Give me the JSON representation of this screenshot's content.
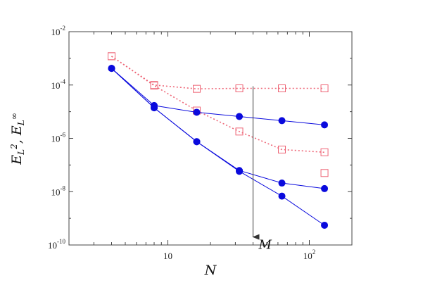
{
  "chart_data": {
    "type": "line",
    "xscale": "log",
    "yscale": "log",
    "xlim": [
      2,
      200
    ],
    "ylim": [
      1e-10,
      0.01
    ],
    "grid": false,
    "xlabel": "N",
    "ylabel": {
      "E1": "E",
      "sub1": "L",
      "sup1": "2",
      "sep": ", ",
      "E2": "E",
      "sub2": "L",
      "sup2": "∞"
    },
    "x_ticks": [
      {
        "value": 10,
        "label": "10",
        "exp": ""
      },
      {
        "value": 100,
        "label": "10",
        "exp": "2"
      }
    ],
    "y_ticks": [
      {
        "value": 1e-10,
        "label": "10",
        "exp": "-10"
      },
      {
        "value": 1e-08,
        "label": "10",
        "exp": "-8"
      },
      {
        "value": 1e-06,
        "label": "10",
        "exp": "-6"
      },
      {
        "value": 0.0001,
        "label": "10",
        "exp": "-4"
      },
      {
        "value": 0.01,
        "label": "10",
        "exp": "-2"
      }
    ],
    "annotation": {
      "text": "M",
      "arrow_x": 40,
      "arrow_from_y": 9e-05,
      "arrow_to_y": 2e-10
    },
    "series": [
      {
        "marker": "square-open",
        "color": "#ee6677",
        "line": "dotted",
        "x": [
          4,
          8,
          16,
          32,
          64,
          128
        ],
        "y": [
          0.0012,
          0.0001,
          7.2e-05,
          7.5e-05,
          7.5e-05,
          7.5e-05
        ]
      },
      {
        "marker": "square-open",
        "color": "#ee6677",
        "line": "dotted",
        "x": [
          4,
          8,
          16,
          32,
          64,
          128
        ],
        "y": [
          0.0012,
          9.5e-05,
          1.1e-05,
          1.8e-06,
          3.8e-07,
          3e-07
        ]
      },
      {
        "marker": "square-open",
        "color": "#ee6677",
        "line": "dotted",
        "x": [
          128
        ],
        "y": [
          5e-08
        ]
      },
      {
        "marker": "circle-filled",
        "color": "#0a0add",
        "line": "solid",
        "x": [
          4,
          8,
          16,
          32,
          64,
          128
        ],
        "y": [
          0.00042,
          1.7e-05,
          9.5e-06,
          6.6e-06,
          4.6e-06,
          3.2e-06
        ]
      },
      {
        "marker": "circle-filled",
        "color": "#0a0add",
        "line": "solid",
        "x": [
          4,
          8,
          16,
          32,
          64,
          128
        ],
        "y": [
          0.00042,
          1.4e-05,
          7.5e-07,
          6.2e-08,
          2.1e-08,
          1.3e-08
        ]
      },
      {
        "marker": "circle-filled",
        "color": "#0a0add",
        "line": "solid",
        "x": [
          4,
          8,
          16,
          32,
          64,
          128
        ],
        "y": [
          0.00042,
          1.4e-05,
          7.5e-07,
          5.8e-08,
          6.8e-09,
          5.5e-10
        ]
      }
    ]
  }
}
